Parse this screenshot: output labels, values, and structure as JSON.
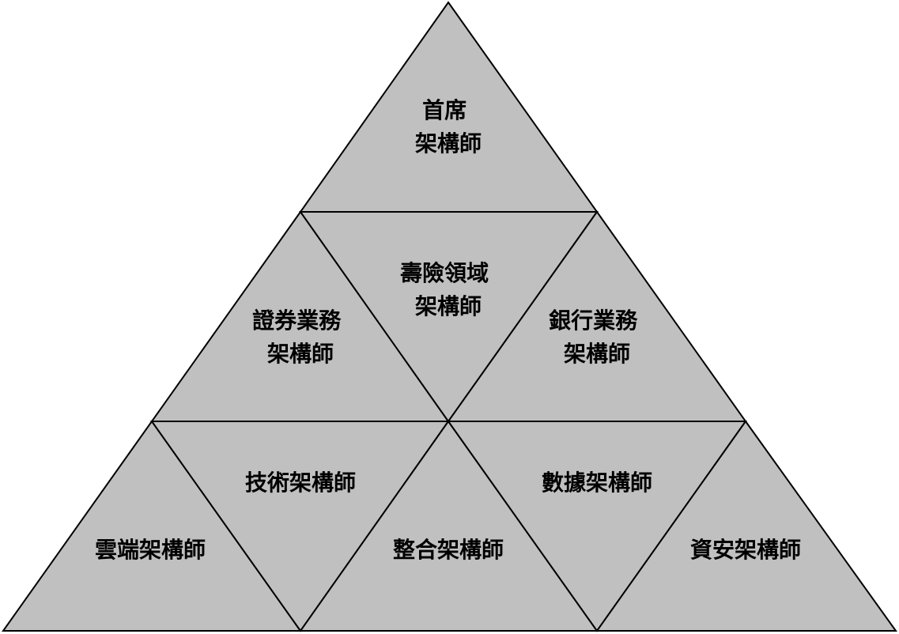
{
  "pyramid": {
    "fill_color": "#c0c0c0",
    "line_color": "#000000",
    "cells": {
      "top": {
        "lines": [
          "首席",
          "架構師"
        ]
      },
      "mid_left": {
        "lines": [
          "證券業務",
          "架構師"
        ]
      },
      "mid_center": {
        "lines": [
          "壽險領域",
          "架構師"
        ]
      },
      "mid_right": {
        "lines": [
          "銀行業務",
          "架構師"
        ]
      },
      "bot_1": {
        "lines": [
          "雲端架構師"
        ]
      },
      "bot_2": {
        "lines": [
          "技術架構師"
        ]
      },
      "bot_3": {
        "lines": [
          "整合架構師"
        ]
      },
      "bot_4": {
        "lines": [
          "數據架構師"
        ]
      },
      "bot_5": {
        "lines": [
          "資安架構師"
        ]
      }
    }
  }
}
